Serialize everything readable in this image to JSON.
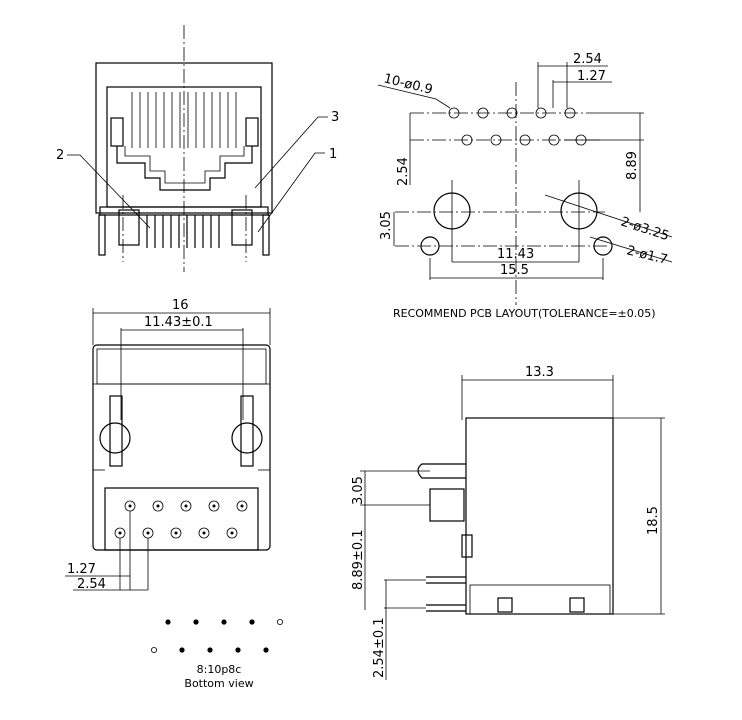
{
  "front_view": {
    "callouts": [
      "1",
      "2",
      "3"
    ]
  },
  "pcb_layout": {
    "dims": {
      "pitch": "2.54",
      "half_pitch": "1.27",
      "holes_small": "10-ø0.9",
      "row_gap": "2.54",
      "height": "8.89",
      "mount_offset": "3.05",
      "mount_span": "11.43",
      "total_span": "15.5",
      "holes_large": "2-ø3.25",
      "holes_medium": "2-ø1.7"
    },
    "caption": "RECOMMEND PCB LAYOUT(TOLERANCE=±0.05)"
  },
  "bottom_view": {
    "dims": {
      "width": "16",
      "pin_span": "11.43±0.1",
      "half_pitch": "1.27",
      "pitch": "2.54"
    }
  },
  "side_view": {
    "dims": {
      "depth": "13.3",
      "height": "18.5",
      "offset": "3.05",
      "pin_height": "8.89±0.1",
      "pin_pitch": "2.54±0.1"
    }
  },
  "pin_map": {
    "code": "8:10p8c",
    "caption": "Bottom view",
    "filled_marker_color": "#000000",
    "open_marker_color": "#ffffff"
  }
}
